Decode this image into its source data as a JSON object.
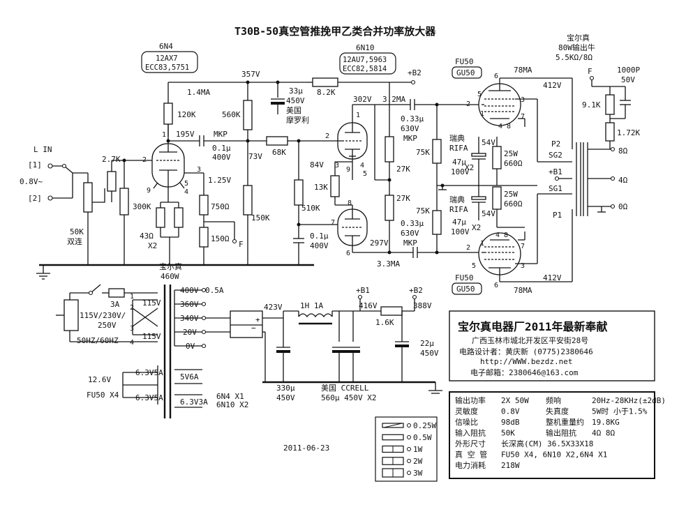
{
  "title": "T30B-50真空管推挽甲乙类合并功率放大器",
  "tube_v1": {
    "name": "6N4",
    "alt1": "12AX7",
    "alt2": "ECC83,5751"
  },
  "tube_v2": {
    "name": "6N10",
    "alt1": "12AU7,5963",
    "alt2": "ECC82,5814"
  },
  "tube_fu50_top": {
    "name": "FU50",
    "box": "GU50"
  },
  "tube_fu50_bot": {
    "name": "FU50",
    "box": "GU50"
  },
  "ot": {
    "l1": "宝尔真",
    "l2": "80W输出牛",
    "l3": "5.5KΩ/8Ω"
  },
  "pt_name": {
    "l1": "宝尔真",
    "l2": "460W"
  },
  "labels": {
    "lin": "L IN",
    "in1": "[1]",
    "in2": "[2]",
    "v08": "0.8V~",
    "pot": "50K",
    "pot2": "双连",
    "r27k_in": "2.7K",
    "r300k": "300K",
    "r120k": "120K",
    "v195": "195V",
    "mkp1": "MKP",
    "c01a": "0.1μ",
    "c01a_v": "400V",
    "ma14": "1.4MA",
    "v357": "357V",
    "r560k": "560K",
    "v73": "73V",
    "r68k": "68K",
    "r150k": "150K",
    "c33": "33μ",
    "c33_v": "450V",
    "c33_b1": "美国",
    "c33_b2": "摩罗利",
    "r82k": "8.2K",
    "b2": "+B2",
    "v302": "302V",
    "ma32": "3.2MA",
    "c033a": "0.33μ",
    "c033a_v": "630V",
    "c033a_t": "MKP",
    "v84": "84V",
    "r13k": "13K",
    "r510k": "510K",
    "c01b": "0.1μ",
    "c01b_v": "400V",
    "r27k_a": "27K",
    "r27k_b": "27K",
    "v297": "297V",
    "ma33": "3.3MA",
    "c033b": "0.33μ",
    "c033b_v": "630V",
    "c033b_t": "MKP",
    "r75k_a": "75K",
    "r75k_b": "75K",
    "rifa_a1": "瑞典",
    "rifa_a2": "RIFA",
    "rifa_b1": "瑞典",
    "rifa_b2": "RIFA",
    "c47a": "47μ",
    "c47a_v": "100V",
    "x2a": "X2",
    "c47b": "47μ",
    "c47b_v": "100V",
    "x2b": "X2",
    "v54a": "54V",
    "v54b": "54V",
    "r25w_a": "25W",
    "r660_a": "660Ω",
    "r25w_b": "25W",
    "r660_b": "660Ω",
    "ma78a": "78MA",
    "ma78b": "78MA",
    "v412a": "412V",
    "v412b": "412V",
    "p2": "P2",
    "sg2": "SG2",
    "b1": "+B1",
    "sg1": "SG1",
    "p1": "P1",
    "f1": "F",
    "c1000p": "1000P",
    "c1000p_v": "50V",
    "r91k": "9.1K",
    "r172k": "1.72K",
    "o8": "8Ω",
    "o4": "4Ω",
    "o0": "0Ω",
    "v125": "1.25V",
    "r750": "750Ω",
    "r150": "150Ω",
    "f2": "F",
    "r43": "43Ω",
    "x2c": "X2",
    "pin_v1_1": "1",
    "pin_v1_2": "2",
    "pin_v1_3": "3",
    "pin_v1_9": "9",
    "pin_v1_5": "5",
    "pin_v1_4": "4",
    "pin_v2_1": "1",
    "pin_v2_2": "2",
    "pin_v2_3": "3",
    "pin_v2_9": "9",
    "pin_v2_4": "4",
    "pin_v2_5": "5",
    "pin_v2_8": "8",
    "pin_v2_7": "7",
    "pin_v2_6": "6",
    "pin_t_6": "6",
    "pin_t_5": "5",
    "pin_t_2": "2",
    "pin_t_3": "3",
    "pin_t_1": "1",
    "pin_t_48": "4 8",
    "pin_t_7": "7",
    "pin_b_6": "6",
    "pin_b_5": "5",
    "pin_b_2": "2",
    "pin_b_3": "3",
    "pin_b_1": "1",
    "pin_b_48": "4 8",
    "pin_b_7": "7"
  },
  "power": {
    "fuse": "3A",
    "mains": "115V/230V/",
    "mains2": "250V",
    "freq": "50HZ/60HZ",
    "p115a": "115V",
    "p115b": "115V",
    "s400": "400V",
    "s05a": "0.5A",
    "s360": "360V",
    "s340": "340V",
    "s20": "20V",
    "s0": "0V",
    "v423": "423V",
    "choke": "1H 1A",
    "b1": "+B1",
    "v416": "416V",
    "r16k": "1.6K",
    "b2": "+B2",
    "v388": "388V",
    "c22": "22μ",
    "c22_v": "450V",
    "c330": "330μ",
    "c330_v": "450V",
    "ccrell1": "美国 CCRELL",
    "ccrell2": "560μ 450V  X2",
    "h1": "6.3V5A",
    "h2": "6.3V5A",
    "h3": "5V6A",
    "h4": "6.3V3A",
    "v126": "12.6V",
    "fu50x4": "FU50 X4",
    "n6n4": "6N4 X1",
    "n6n10": "6N10 X2",
    "pin1": "1",
    "pin2": "2",
    "pin3": "3",
    "pin4": "4"
  },
  "date": "2011-06-23",
  "company": {
    "name": "宝尔真电器厂2011年最新奉献",
    "addr": "广西玉林市城北开发区平安街28号",
    "designer": "电路设计者：黄庆新   (0775)2380646",
    "web": "http://WWW.bezdz.net",
    "email": "电子邮箱：2380646@163.com"
  },
  "specs": [
    {
      "k1": "输出功率",
      "v1": "2X 50W",
      "k2": "频响",
      "v2": "20Hz-28KHz(±2dB)"
    },
    {
      "k1": "灵敏度",
      "v1": "0.8V",
      "k2": "失真度",
      "v2": "5W时 小于1.5%"
    },
    {
      "k1": "信噪比",
      "v1": "98dB",
      "k2": "整机重量约",
      "v2": "19.8KG"
    },
    {
      "k1": "输入阻抗",
      "v1": "50K",
      "k2": "输出阻抗",
      "v2": "4Ω 8Ω"
    },
    {
      "k1": "外形尺寸",
      "v1": "长深高(CM) 36.5X33X18",
      "k2": "",
      "v2": ""
    },
    {
      "k1": "真 空 管",
      "v1": "FU50 X4, 6N10 X2,6N4 X1",
      "k2": "",
      "v2": ""
    },
    {
      "k1": "电力消耗",
      "v1": "218W",
      "k2": "",
      "v2": ""
    }
  ],
  "legend": [
    "0.25W",
    "0.5W",
    "1W",
    "2W",
    "3W"
  ]
}
